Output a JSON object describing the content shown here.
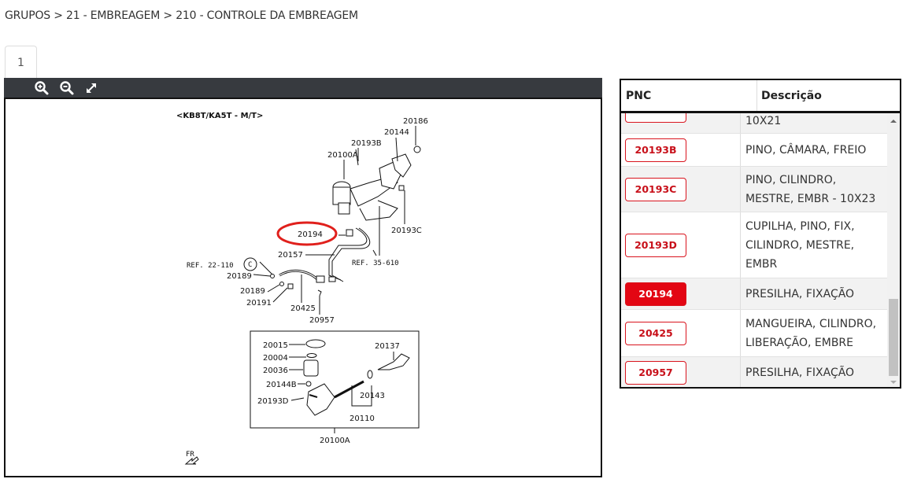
{
  "breadcrumb": "GRUPOS > 21 - EMBREAGEM > 210 - CONTROLE DA EMBREAGEM",
  "tabs": [
    {
      "label": "1"
    }
  ],
  "toolbar": {
    "icons": [
      "zoom-in-icon",
      "zoom-out-icon",
      "expand-icon"
    ]
  },
  "diagram": {
    "title": "<KB8T/KA5T - M/T>",
    "labels": {
      "l20186": "20186",
      "l20144": "20144",
      "l20193B": "20193B",
      "l20100A": "20100A",
      "l20193C": "20193C",
      "l20194": "20194",
      "l20157": "20157",
      "ref35": "REF. 35-610",
      "ref22": "REF. 22-110",
      "circleC": "C",
      "l20189a": "20189",
      "l20189b": "20189",
      "l20191": "20191",
      "l20425": "20425",
      "l20957": "20957",
      "l20015": "20015",
      "l20004": "20004",
      "l20036": "20036",
      "l20144B": "20144B",
      "l20193D": "20193D",
      "l20137": "20137",
      "l20143": "20143",
      "l20110": "20110",
      "l20100A2": "20100A",
      "fr": "FR"
    },
    "highlight_color": "#e0201c"
  },
  "table": {
    "headers": {
      "pnc": "PNC",
      "desc": "Descrição"
    },
    "rows": [
      {
        "pnc": "",
        "desc": "10X21"
      },
      {
        "pnc": "20193B",
        "desc": "PINO, CÂMARA, FREIO"
      },
      {
        "pnc": "20193C",
        "desc": "PINO, CILINDRO, MESTRE, EMBR - 10X23"
      },
      {
        "pnc": "20193D",
        "desc": "CUPILHA, PINO, FIX, CILINDRO, MESTRE, EMBR"
      },
      {
        "pnc": "20194",
        "desc": "PRESILHA, FIXAÇÃO",
        "selected": true
      },
      {
        "pnc": "20425",
        "desc": "MANGUEIRA, CILINDRO, LIBERAÇÃO, EMBRE"
      },
      {
        "pnc": "20957",
        "desc": "PRESILHA, FIXAÇÃO"
      }
    ]
  },
  "colors": {
    "accent": "#e30613",
    "toolbar": "#373a3f"
  }
}
